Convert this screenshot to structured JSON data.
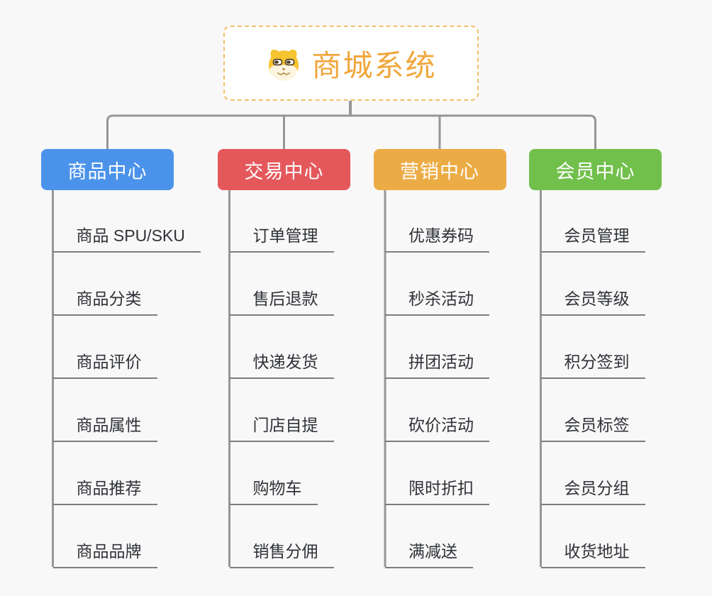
{
  "canvas": {
    "background": "#f8f8f8",
    "connector_color": "#949698",
    "underline_color": "#7b7d80",
    "leaf_text_color": "#2f3237"
  },
  "root": {
    "label": "商城系统",
    "icon": "dog-face-icon",
    "background": "#ffffff",
    "border_color": "#f3c06a",
    "text_color": "#f0a73c"
  },
  "branches": [
    {
      "label": "商品中心",
      "color": "#4b93ea",
      "children": [
        "商品 SPU/SKU",
        "商品分类",
        "商品评价",
        "商品属性",
        "商品推荐",
        "商品品牌"
      ]
    },
    {
      "label": "交易中心",
      "color": "#e4585c",
      "children": [
        "订单管理",
        "售后退款",
        "快递发货",
        "门店自提",
        "购物车",
        "销售分佣"
      ]
    },
    {
      "label": "营销中心",
      "color": "#ecac45",
      "children": [
        "优惠券码",
        "秒杀活动",
        "拼团活动",
        "砍价活动",
        "限时折扣",
        "满减送"
      ]
    },
    {
      "label": "会员中心",
      "color": "#72c04c",
      "children": [
        "会员管理",
        "会员等级",
        "积分签到",
        "会员标签",
        "会员分组",
        "收货地址"
      ]
    }
  ]
}
